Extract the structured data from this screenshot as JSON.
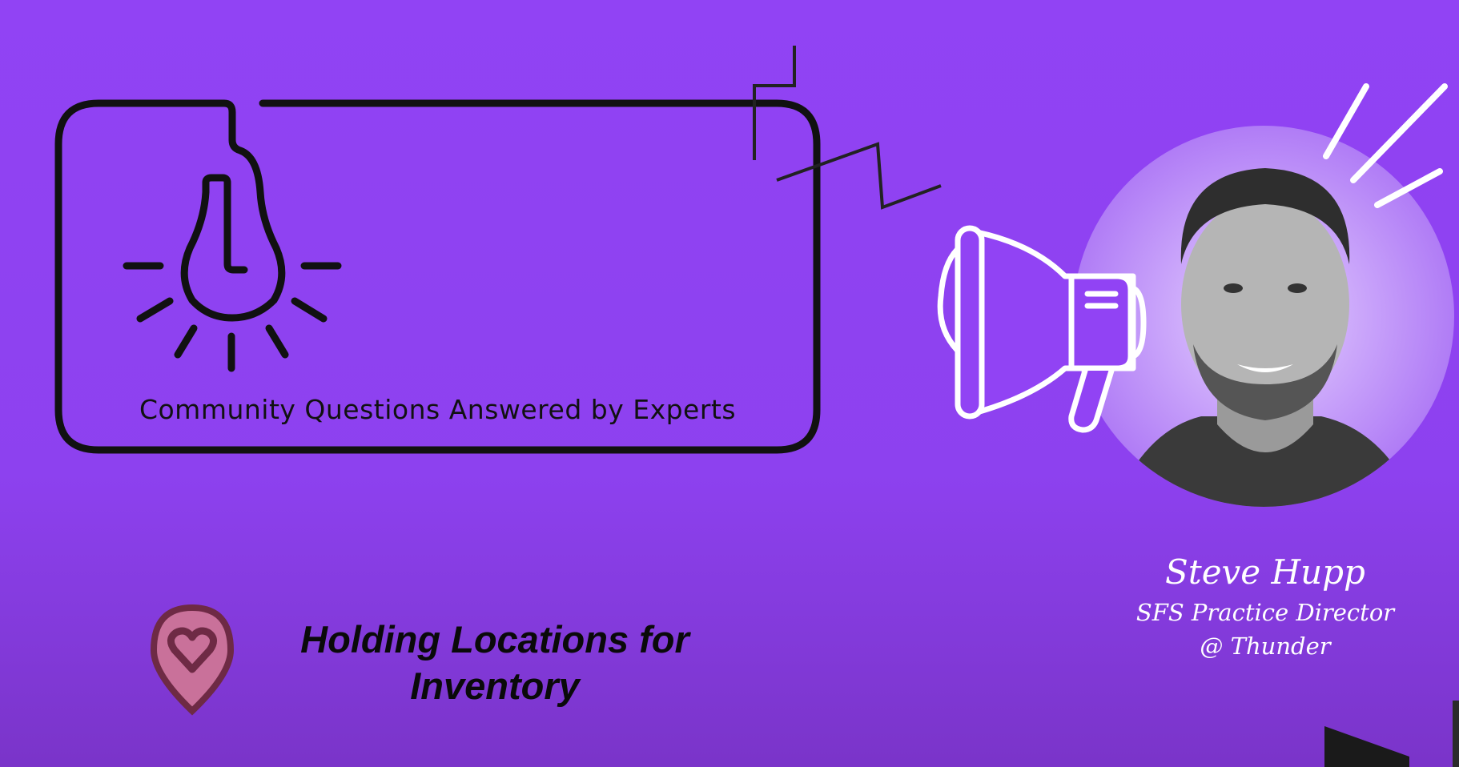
{
  "card": {
    "caption": "Community Questions Answered by Experts"
  },
  "topic": {
    "line1": "Holding Locations for",
    "line2": "Inventory"
  },
  "speaker": {
    "name": "Steve Hupp",
    "role": "SFS Practice Director",
    "company": "@ Thunder"
  },
  "icons": [
    "lightbulb-icon",
    "megaphone-icon",
    "location-pin-heart-icon",
    "thunder-logo"
  ],
  "colors": {
    "background": "#9143f4",
    "pin_fill": "#c9719a",
    "pin_stroke": "#6e2a45",
    "ink": "#111111"
  }
}
